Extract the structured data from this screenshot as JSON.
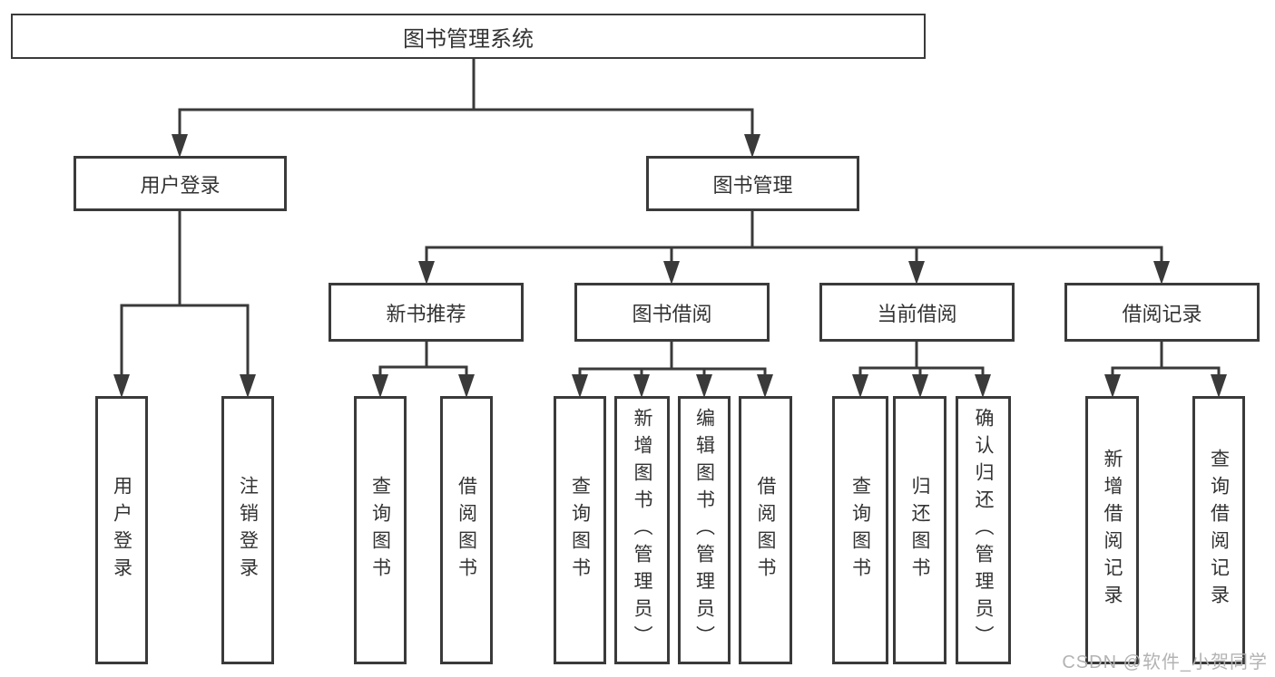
{
  "diagram": {
    "title": "图书管理系统",
    "level2": [
      {
        "label": "用户登录"
      },
      {
        "label": "图书管理"
      }
    ],
    "level3": [
      {
        "label": "新书推荐",
        "parent": "图书管理"
      },
      {
        "label": "图书借阅",
        "parent": "图书管理"
      },
      {
        "label": "当前借阅",
        "parent": "图书管理"
      },
      {
        "label": "借阅记录",
        "parent": "图书管理"
      }
    ],
    "leaves": [
      {
        "label": "用户登录",
        "parent": "用户登录"
      },
      {
        "label": "注销登录",
        "parent": "用户登录"
      },
      {
        "label": "查询图书",
        "parent": "新书推荐"
      },
      {
        "label": "借阅图书",
        "parent": "新书推荐"
      },
      {
        "label": "查询图书",
        "parent": "图书借阅"
      },
      {
        "label": "新增图书（管理员）",
        "parent": "图书借阅"
      },
      {
        "label": "编辑图书（管理员）",
        "parent": "图书借阅"
      },
      {
        "label": "借阅图书",
        "parent": "图书借阅"
      },
      {
        "label": "查询图书",
        "parent": "当前借阅"
      },
      {
        "label": "归还图书",
        "parent": "当前借阅"
      },
      {
        "label": "确认归还（管理员）",
        "parent": "当前借阅"
      },
      {
        "label": "新增借阅记录",
        "parent": "借阅记录"
      },
      {
        "label": "查询借阅记录",
        "parent": "借阅记录"
      }
    ]
  },
  "watermark": {
    "text": "CSDN @软件_小贺同学"
  },
  "colors": {
    "line": "#3a3a3a",
    "text": "#333333",
    "box_fill": "#ffffff",
    "watermark": "#b3b3b3",
    "background": "#ffffff"
  }
}
